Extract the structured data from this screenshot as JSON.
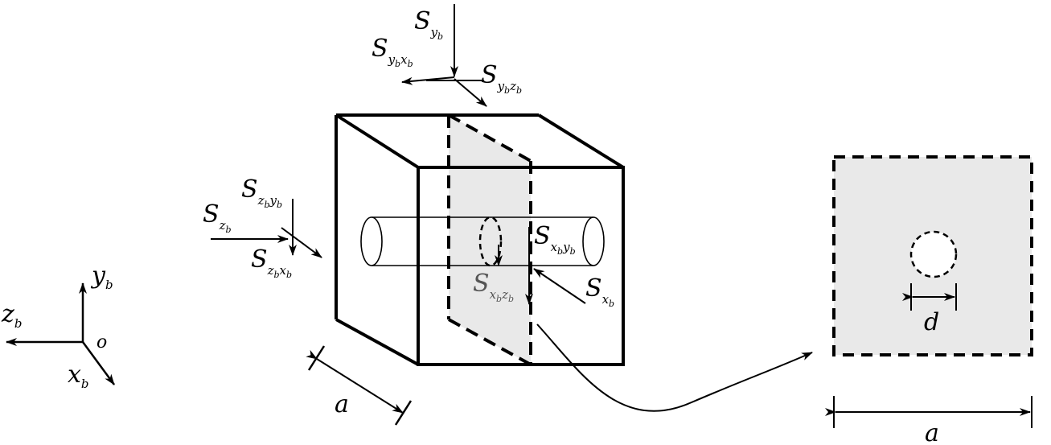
{
  "axes": {
    "y": {
      "base": "y",
      "sub": "b"
    },
    "z": {
      "base": "z",
      "sub": "b"
    },
    "x": {
      "base": "x",
      "sub": "b"
    },
    "origin": "o"
  },
  "forces": {
    "S_yb": {
      "base": "S",
      "sub": "y",
      "subsub": "b"
    },
    "S_ybxb": {
      "base": "S",
      "sub1": "y",
      "subsub1": "b",
      "sub2": "x",
      "subsub2": "b"
    },
    "S_ybzb": {
      "base": "S",
      "sub1": "y",
      "subsub1": "b",
      "sub2": "z",
      "subsub2": "b"
    },
    "S_zbyb": {
      "base": "S",
      "sub1": "z",
      "subsub1": "b",
      "sub2": "y",
      "subsub2": "b"
    },
    "S_zb": {
      "base": "S",
      "sub": "z",
      "subsub": "b"
    },
    "S_zbxb": {
      "base": "S",
      "sub1": "z",
      "subsub1": "b",
      "sub2": "x",
      "subsub2": "b"
    },
    "S_xbyb": {
      "base": "S",
      "sub1": "x",
      "subsub1": "b",
      "sub2": "y",
      "subsub2": "b"
    },
    "S_xbzb": {
      "base": "S",
      "sub1": "x",
      "subsub1": "b",
      "sub2": "z",
      "subsub2": "b"
    },
    "S_xb": {
      "base": "S",
      "sub": "x",
      "subsub": "b"
    }
  },
  "dims": {
    "cube_side": "a",
    "section_side": "a",
    "hole_diameter": "d"
  },
  "colors": {
    "section_fill": "#e9e9e9",
    "line": "#000000"
  }
}
